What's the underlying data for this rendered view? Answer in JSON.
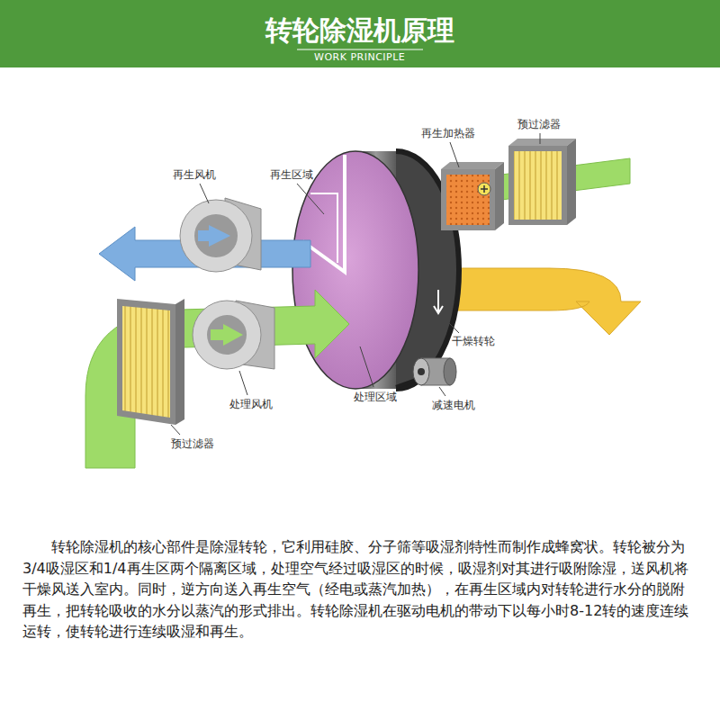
{
  "diagram": {
    "title": "转轮除湿机原理",
    "caption": "转轮除湿机的核心部件是除湿转轮，它利用硅胶、分子筛等吸湿剂特性而制作成蜂窝状。转轮被分为3/4吸湿区和1/4再生区两个隔离区域，处理空气经过吸湿区的时候，吸湿剂对其进行吸附除湿，送风机将干燥风送入室内。同时，逆方向送入再生空气（经电或蒸汽加热），在再生区域内对转轮进行水分的脱附再生，把转轮吸收的水分以蒸汽的形式排出。转轮除湿机在驱动电机的带动下以每小时8-12转的速度连续运转，使转轮进行连续吸湿和再生。",
    "labels": [
      "WORK PRINCIPLE",
      "再生风机",
      "再生区域",
      "再生加热器",
      "预过滤器",
      "干燥转轮",
      "处理风机",
      "处理区域",
      "减速电机",
      "预过滤器"
    ]
  }
}
